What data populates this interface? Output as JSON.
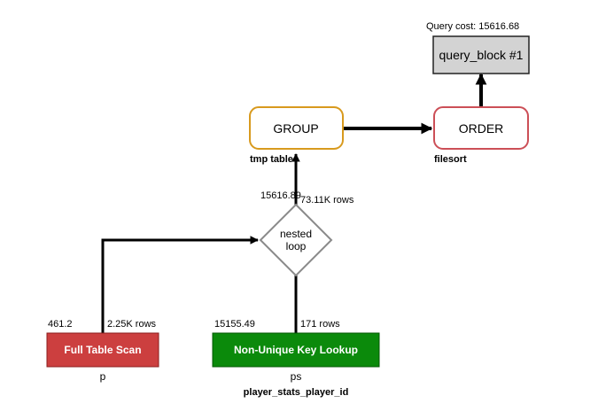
{
  "query_cost_label": "Query cost: 15616.68",
  "nodes": {
    "query_block": {
      "label": "query_block #1"
    },
    "order": {
      "label": "ORDER",
      "sub_label": "filesort"
    },
    "group": {
      "label": "GROUP",
      "sub_label": "tmp table"
    },
    "nested_loop": {
      "label_line1": "nested",
      "label_line2": "loop",
      "cost": "15616.89",
      "rows": "73.11K rows"
    },
    "full_table_scan": {
      "label": "Full Table Scan",
      "table": "p",
      "cost": "461.2",
      "rows": "2.25K rows"
    },
    "key_lookup": {
      "label": "Non-Unique Key Lookup",
      "table": "ps",
      "key": "player_stats_player_id",
      "cost": "15155.49",
      "rows": "171 rows"
    }
  },
  "colors": {
    "group_border": "#d89a1e",
    "order_border": "#cc4f57",
    "query_block_fill": "#d3d3d3",
    "full_scan_fill": "#cc3f3f",
    "key_lookup_fill": "#0b8a0b",
    "diamond_border": "#8a8a8a",
    "edge": "#000000"
  }
}
